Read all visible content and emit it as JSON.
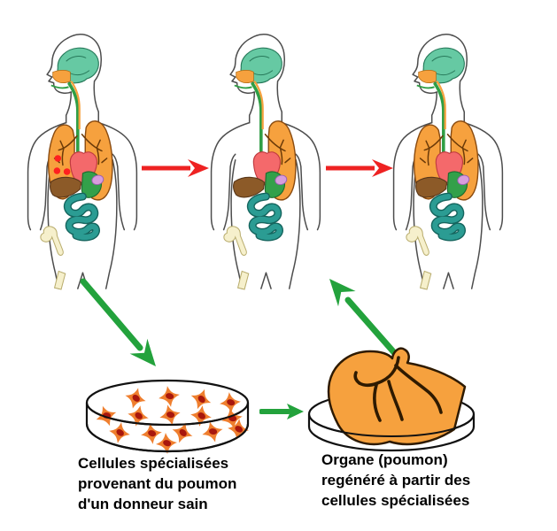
{
  "diagram": {
    "labels": {
      "cells_dish": {
        "lines": [
          "Cellules spécialisées",
          "provenant du poumon",
          "d'un donneur sain"
        ]
      },
      "organ_dish": {
        "lines": [
          "Organe (poumon)",
          "regénéré à partir des",
          "cellules spécialisées"
        ]
      }
    },
    "figures": [
      {
        "name": "patient-diseased-lung",
        "detail": "body with red lesion dots on left lung"
      },
      {
        "name": "patient-lung-removed",
        "detail": "body with left lung absent"
      },
      {
        "name": "patient-lung-regenerated",
        "detail": "body with both lungs healthy"
      }
    ],
    "petri_dishes": [
      {
        "name": "dish-specialized-cells",
        "cell_count": 15
      },
      {
        "name": "dish-regenerated-lung"
      }
    ],
    "colors": {
      "arrow_red": "#ee2222",
      "arrow_green": "#23a23c",
      "lung_orange": "#f6a13e",
      "cell_orange": "#ef7f2f",
      "cell_nucleus": "#a8170d",
      "brain_green": "#66c9a3",
      "heart_pink": "#f4696b",
      "liver_brown": "#8c5a28",
      "stomach_green": "#33a04a",
      "spleen_purple": "#d89ddd",
      "intestine_teal": "#2b9c93",
      "bone_cream": "#f6f0cc",
      "lesion_red": "#ff2020",
      "label_text": "#000000",
      "outline": "#4d4d4d",
      "dish_line": "#111111"
    }
  }
}
